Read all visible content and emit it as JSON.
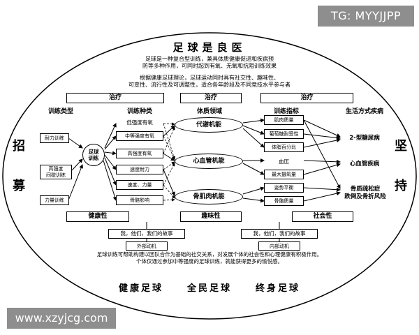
{
  "watermarks": {
    "top": "TG: MYYJJPP",
    "bottom": "www.xzyjcg.com"
  },
  "title": "足球是良医",
  "intro": {
    "line1": "足球是一种复合型训练，兼具体质健康促进和疾病预",
    "line2": "防等多种作用，可同时起到有氧、无氧和抗阻训练效果",
    "line3": "根据健康足球理论，足球运动同时具有社交性、趣味性、",
    "line4": "可变性、流行性及可调整性，适合各年龄段及不同竞技水平参与者"
  },
  "top_bars": {
    "left": "治疗",
    "center": "治疗",
    "right": "治疗"
  },
  "columns": {
    "training_type": "训练类型",
    "training_kind": "训练种类",
    "physique_domain": "体质领域",
    "training_index": "训练指标",
    "lifestyle_disease": "生活方式疾病"
  },
  "training_types": [
    "耐力训练",
    "高强度\n间歇训练",
    "力量训练"
  ],
  "center_node": "足球\n训练",
  "training_kinds": [
    "低强度有氧",
    "中等强度有氧",
    "高强度有氧",
    "速度耐力",
    "速度、力量",
    "骨骼影响"
  ],
  "physique_domains": [
    "代谢机能",
    "心血管机能",
    "骨肌肉机能"
  ],
  "training_indices": [
    "肌肉质量",
    "葡萄糖耐受性",
    "体脂百分比",
    "血压",
    "最大摄氧量",
    "姿势平衡",
    "骨骼质量"
  ],
  "diseases": [
    "2-型糖尿病",
    "心血管疾病",
    "骨质疏松症\n跌倒及骨折风险"
  ],
  "side_left": [
    "招",
    "募"
  ],
  "side_right": [
    "坚",
    "持"
  ],
  "bottom_bars": {
    "left": "健康性",
    "center": "趣味性",
    "right": "社会性"
  },
  "stories": {
    "left": "我，他们，我们的故事",
    "right": "我，他们，我们的故事",
    "left_motive": "外部动机",
    "right_motive": "内部动机"
  },
  "footer": {
    "line1": "足球训练可帮助构建以团队合作为基础的社交关系，对发展个体的社会性和心理健康有积极作用。",
    "line2": "个体仅通过参加中等强度的足球训练，就能获得更多的愉悦感。"
  },
  "slogans": [
    "健康足球",
    "全民足球",
    "终身足球"
  ]
}
